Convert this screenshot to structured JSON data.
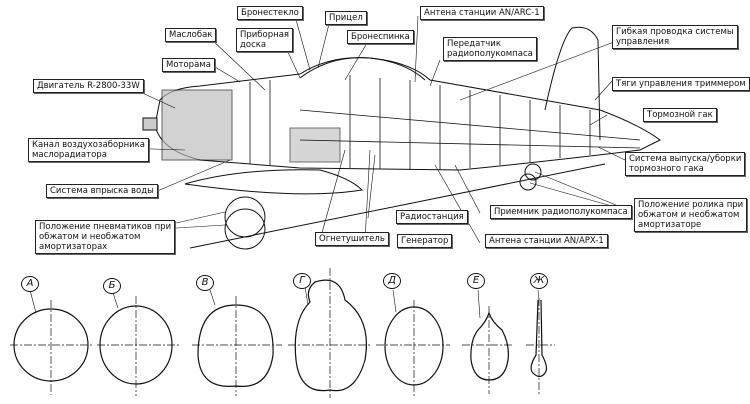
{
  "labels": {
    "engine": "Двигатель R-2800-33W",
    "oil_tank": "Маслобак",
    "engine_mount": "Моторама",
    "armored_glass": "Бронестекло",
    "instrument_panel": "Приборная\nдоска",
    "gunsight": "Прицел",
    "armored_back": "Бронеспинка",
    "arc1_antenna": "Антена станции AN/ARC-1",
    "radio_compass_transmitter": "Передатчик\nрадиополукомпаса",
    "flexible_control": "Гибкая проводка системы\n управления",
    "trim_rods": "Тяги управления триммером",
    "arrester_hook": "Тормозной гак",
    "hook_retraction": "Система выпуска/уборки\nтормозного гака",
    "tailwheel_position": "Положение ролика при\nобжатом и необжатом\nамортизаторе",
    "oil_cooler_duct": "Канал воздухозаборника\nмаслорадиатора",
    "water_injection": "Система впрыска воды",
    "tire_position": "Положение пневматиков при\nобжатом и необжатом\nамортизаторах",
    "extinguisher": "Огнетушитель",
    "radio_station": "Радиостанция",
    "generator": "Генератор",
    "radio_compass_receiver": "Приемник радиополукомпаса",
    "apx1_antenna": "Антена станции AN/APX-1"
  },
  "sections": [
    {
      "tag": "А"
    },
    {
      "tag": "Б"
    },
    {
      "tag": "В"
    },
    {
      "tag": "Г"
    },
    {
      "tag": "Д"
    },
    {
      "tag": "Е"
    },
    {
      "tag": "Ж"
    }
  ]
}
